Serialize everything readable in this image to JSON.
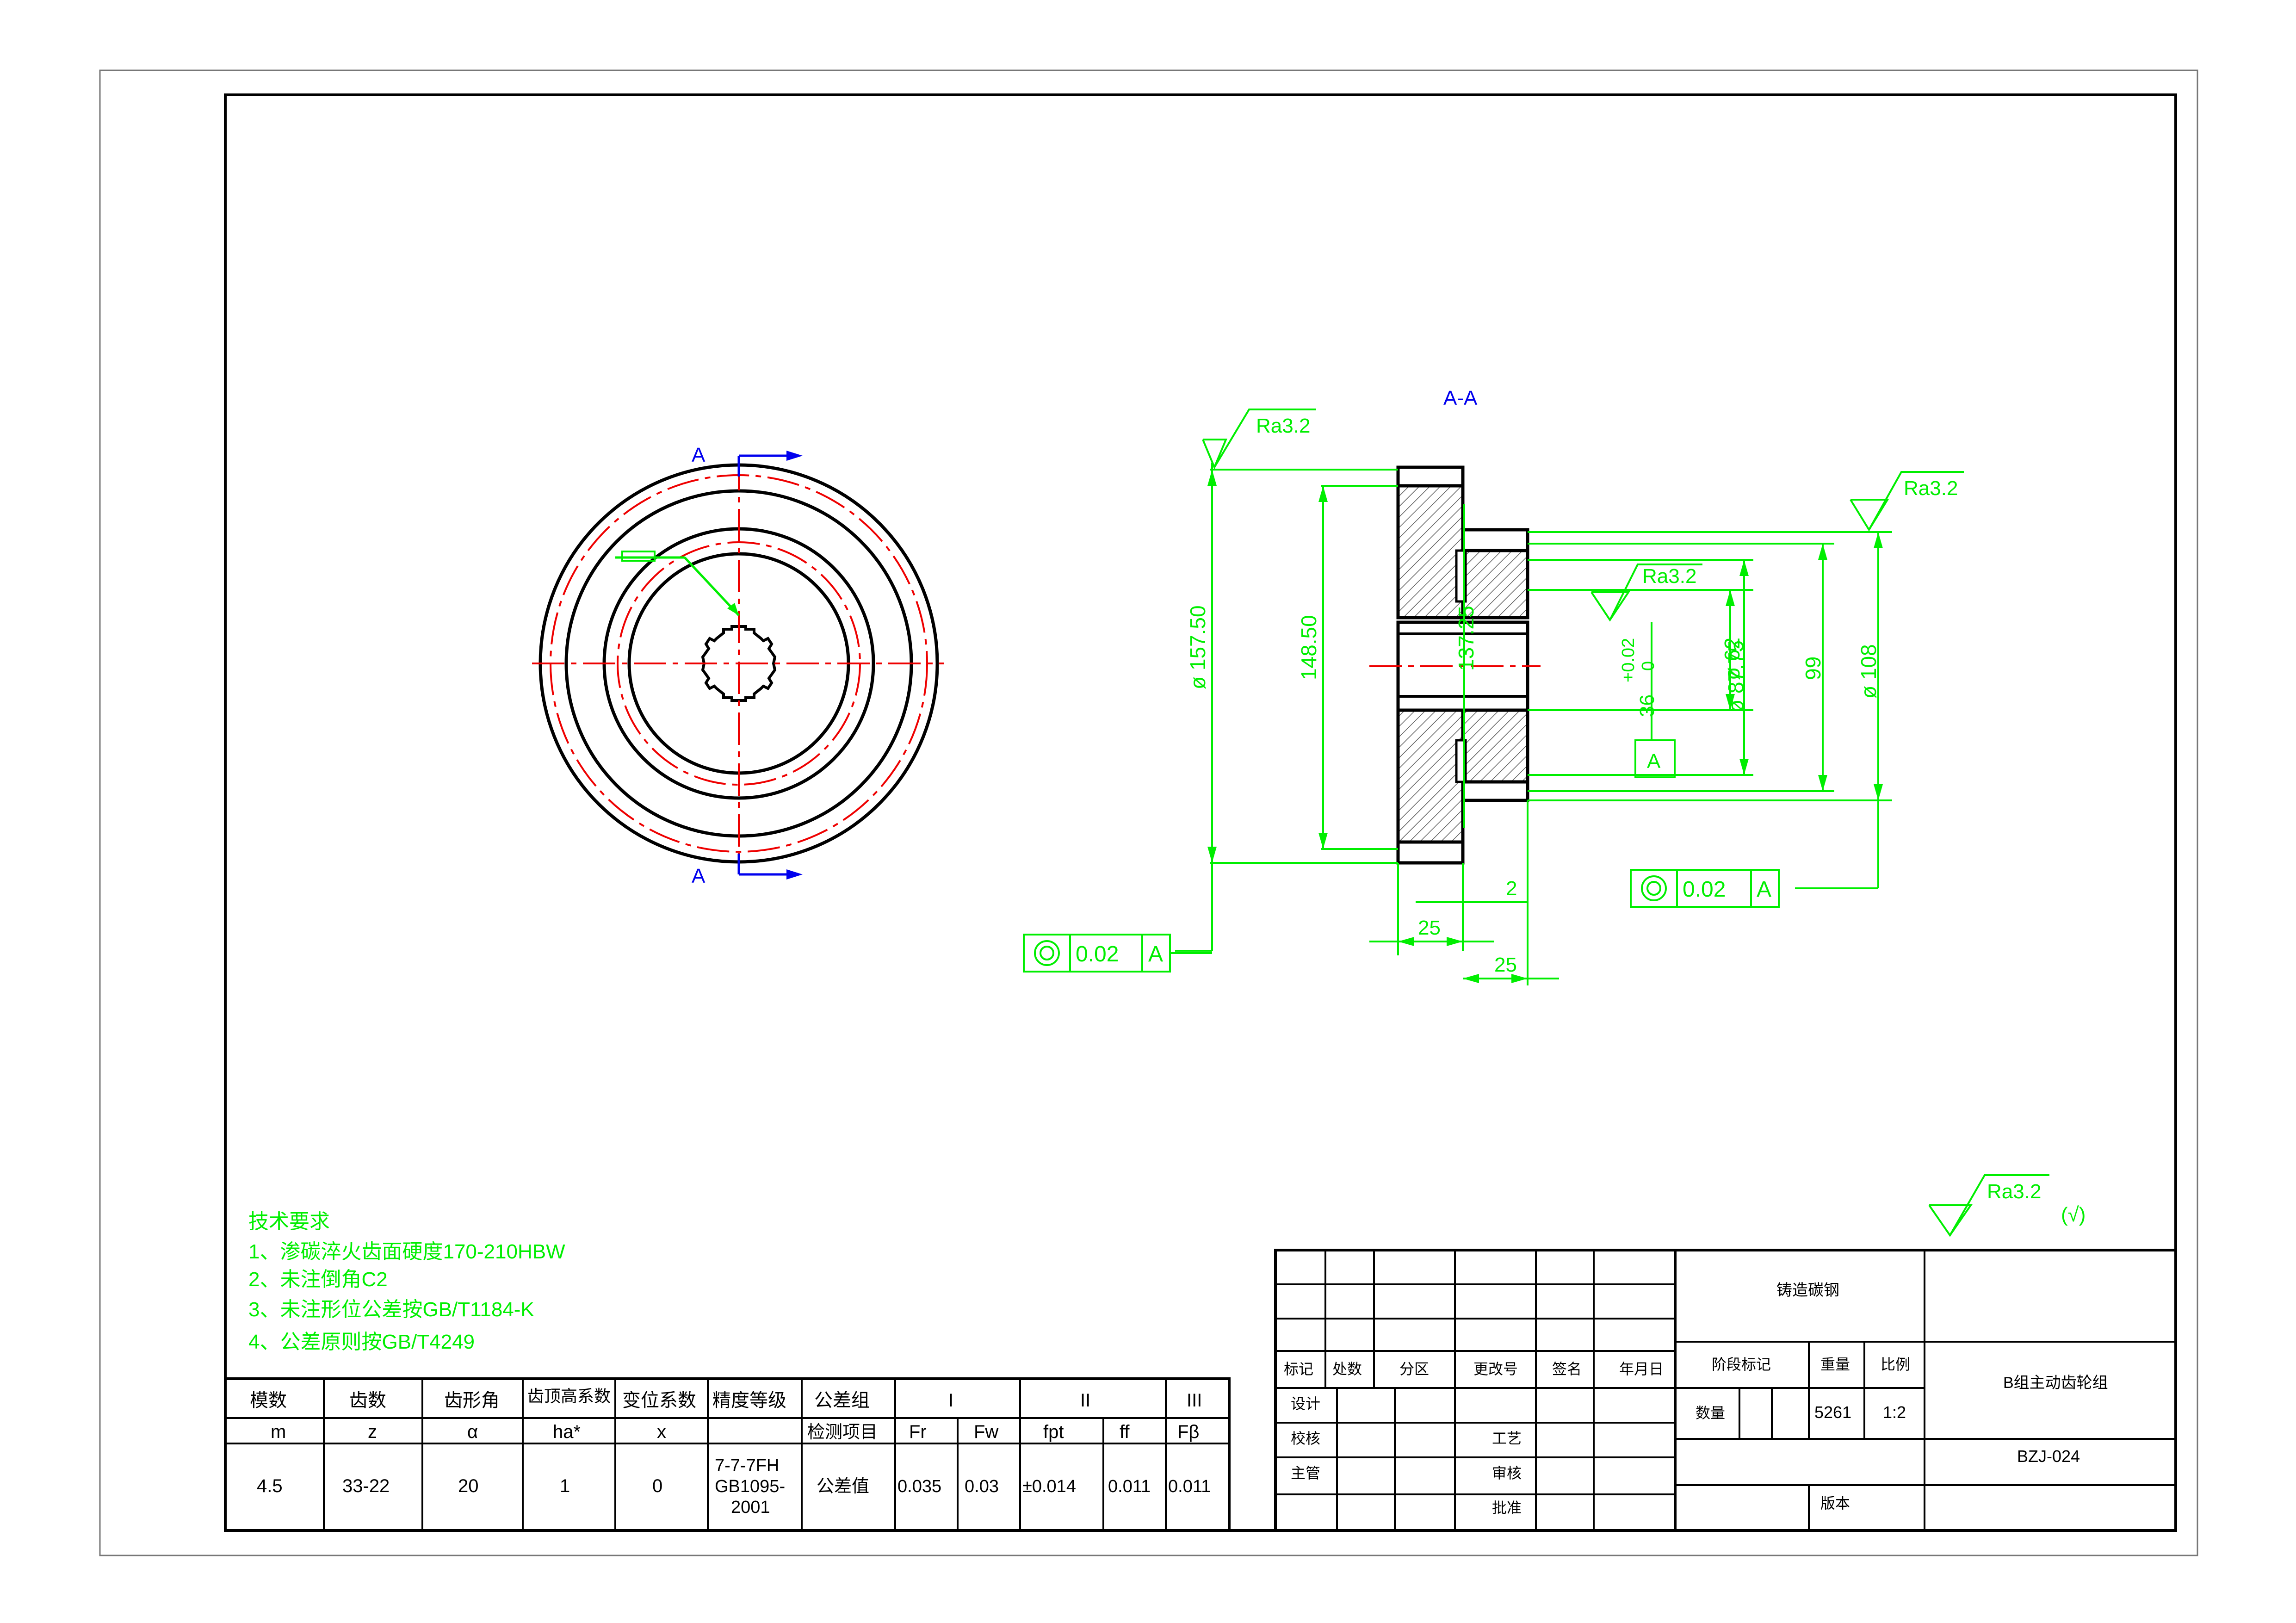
{
  "colors": {
    "outline": "#000000",
    "dimension": "#00ee00",
    "centerline": "#ee0000",
    "section_label": "#0000ee",
    "hatch": "#606060",
    "tech_text": "#00ee00"
  },
  "front_view": {
    "section_mark_top": "A",
    "section_mark_bottom": "A"
  },
  "section_view": {
    "title": "A-A",
    "dimensions": {
      "outer_dia": "ø 157.50",
      "pitch_dia": "148.50",
      "root_dia": "137.25",
      "bore_tol_upper": "+0.02",
      "bore_tol_lower": "0",
      "bore": "36",
      "spline_dia": "ø 87.75",
      "hub_inner_dia": "ø 62",
      "hub_dim": "99",
      "hub_outer_dia": "ø 108",
      "chamfer": "2",
      "width1": "25",
      "width2": "25"
    },
    "roughness": {
      "left": "Ra3.2",
      "right": "Ra3.2",
      "middle": "Ra3.2",
      "general": "Ra3.2",
      "general_suffix": "(√)"
    },
    "datum_label": "A",
    "tolerance_left": {
      "symbol": "◎",
      "value": "0.02",
      "datum": "A"
    },
    "tolerance_right": {
      "symbol": "◎",
      "value": "0.02",
      "datum": "A"
    }
  },
  "tech_requirements": {
    "title": "技术要求",
    "items": [
      "1、渗碳淬火齿面硬度170-210HBW",
      "2、未注倒角C2",
      "3、未注形位公差按GB/T1184-K",
      "4、公差原则按GB/T4249"
    ]
  },
  "param_table": {
    "headers": [
      "模数",
      "齿数",
      "齿形角",
      "齿顶高系数",
      "变位系数",
      "精度等级",
      "公差组"
    ],
    "symbols": [
      "m",
      "z",
      "α",
      "ha*",
      "x"
    ],
    "values": [
      "4.5",
      "33-22",
      "20",
      "1",
      "0"
    ],
    "precision": [
      "7-7-7FH",
      "GB1095-",
      "2001"
    ],
    "check_label": "检测项目",
    "deviation_label": "公差值",
    "group_headers": [
      "I",
      "II",
      "III"
    ],
    "group_symbols": [
      "Fr",
      "Fw",
      "fpt",
      "ff",
      "Fβ"
    ],
    "group_values": [
      "0.035",
      "0.03",
      "±0.014",
      "0.011",
      "0.011"
    ]
  },
  "title_block": {
    "material": "铸造碳钢",
    "part_name": "B组主动齿轮组",
    "drawing_no": "BZJ-024",
    "rev_labels": [
      "标记",
      "处数",
      "分区",
      "更改号",
      "签名",
      "年月日"
    ],
    "stage_label": "阶段标记",
    "weight_label": "重量",
    "scale_label": "比例",
    "quantity_label": "数量",
    "weight_value": "5261",
    "scale_value": "1:2",
    "version_label": "版本",
    "roles": [
      "设计",
      "校核",
      "主管"
    ],
    "roles2": [
      "工艺",
      "审核",
      "批准"
    ]
  }
}
